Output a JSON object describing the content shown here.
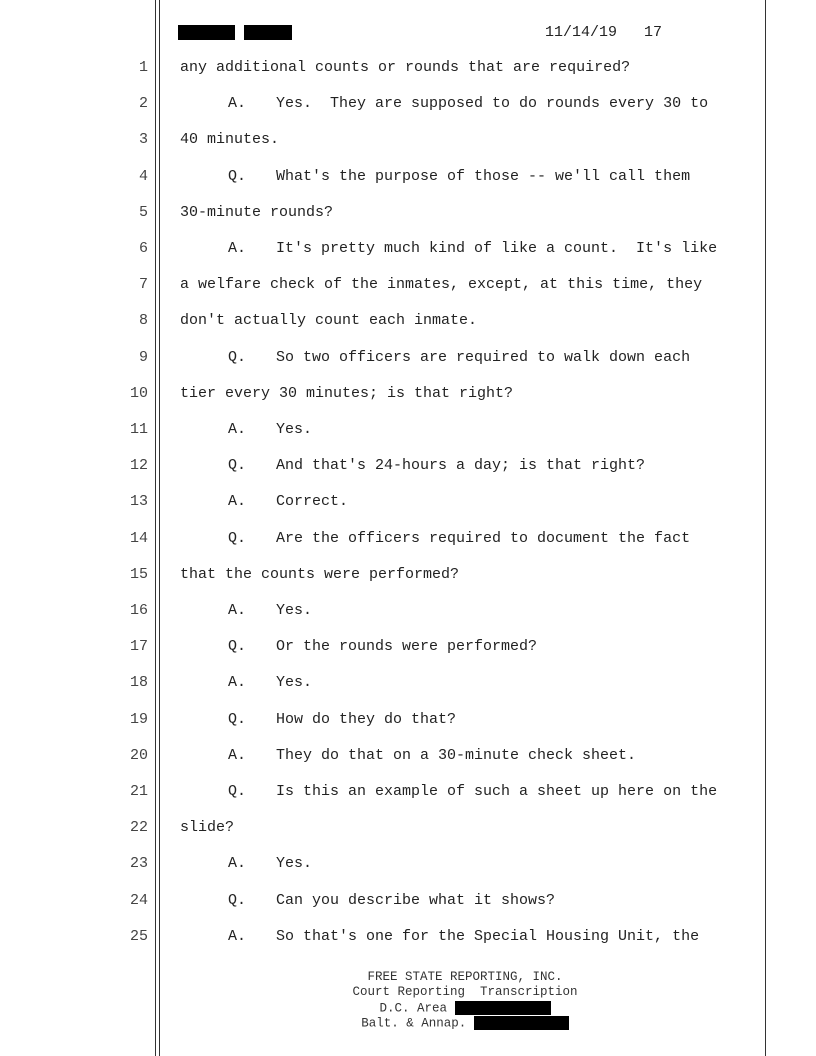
{
  "header": {
    "date": "11/14/19",
    "page": "17"
  },
  "lines": [
    {
      "n": "1",
      "speaker": "",
      "text": "any additional counts or rounds that are required?"
    },
    {
      "n": "2",
      "speaker": "A.",
      "text": "Yes.  They are supposed to do rounds every 30 to"
    },
    {
      "n": "3",
      "speaker": "",
      "text": "40 minutes."
    },
    {
      "n": "4",
      "speaker": "Q.",
      "text": "What's the purpose of those -- we'll call them"
    },
    {
      "n": "5",
      "speaker": "",
      "text": "30-minute rounds?"
    },
    {
      "n": "6",
      "speaker": "A.",
      "text": "It's pretty much kind of like a count.  It's like"
    },
    {
      "n": "7",
      "speaker": "",
      "text": "a welfare check of the inmates, except, at this time, they"
    },
    {
      "n": "8",
      "speaker": "",
      "text": "don't actually count each inmate."
    },
    {
      "n": "9",
      "speaker": "Q.",
      "text": "So two officers are required to walk down each"
    },
    {
      "n": "10",
      "speaker": "",
      "text": "tier every 30 minutes; is that right?"
    },
    {
      "n": "11",
      "speaker": "A.",
      "text": "Yes."
    },
    {
      "n": "12",
      "speaker": "Q.",
      "text": "And that's 24-hours a day; is that right?"
    },
    {
      "n": "13",
      "speaker": "A.",
      "text": "Correct."
    },
    {
      "n": "14",
      "speaker": "Q.",
      "text": "Are the officers required to document the fact"
    },
    {
      "n": "15",
      "speaker": "",
      "text": "that the counts were performed?"
    },
    {
      "n": "16",
      "speaker": "A.",
      "text": "Yes."
    },
    {
      "n": "17",
      "speaker": "Q.",
      "text": "Or the rounds were performed?"
    },
    {
      "n": "18",
      "speaker": "A.",
      "text": "Yes."
    },
    {
      "n": "19",
      "speaker": "Q.",
      "text": "How do they do that?"
    },
    {
      "n": "20",
      "speaker": "A.",
      "text": "They do that on a 30-minute check sheet."
    },
    {
      "n": "21",
      "speaker": "Q.",
      "text": "Is this an example of such a sheet up here on the"
    },
    {
      "n": "22",
      "speaker": "",
      "text": "slide?"
    },
    {
      "n": "23",
      "speaker": "A.",
      "text": "Yes."
    },
    {
      "n": "24",
      "speaker": "Q.",
      "text": "Can you describe what it shows?"
    },
    {
      "n": "25",
      "speaker": "A.",
      "text": "So that's one for the Special Housing Unit, the"
    }
  ],
  "footer": {
    "company": "FREE STATE REPORTING, INC.",
    "services": "Court Reporting  Transcription",
    "dc_label": "D.C. Area",
    "balt_label": "Balt. & Annap."
  }
}
